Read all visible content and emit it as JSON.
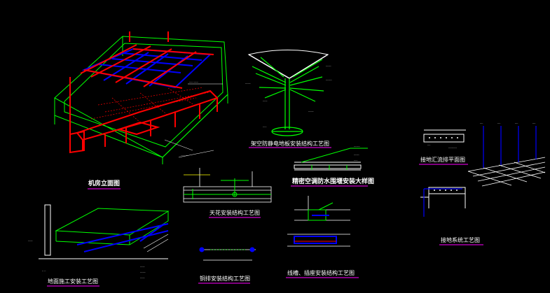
{
  "captions": {
    "room_elevation": "机房立面图",
    "raised_floor": "架空防静电地板安装结构工艺图",
    "ac_drainage": "精密空调防水围堰安装大样图",
    "ceiling": "天花安装结构工艺图",
    "grounding_busbar": "接地汇流排平面图",
    "grounding_system": "接地系统工艺图",
    "floor_base": "地面施工安装工艺图",
    "cable_tray": "铜排安装结构工艺图",
    "trunking_socket": "线槽、插座安装结构工艺图"
  },
  "colors": {
    "background": "#000000",
    "structure": "#00ff00",
    "frame": "#ff0000",
    "grid": "#0000ff",
    "annotation": "#ffffff",
    "underline": "#ff00ff",
    "accent": "#00ffff",
    "highlight": "#ffff00"
  }
}
